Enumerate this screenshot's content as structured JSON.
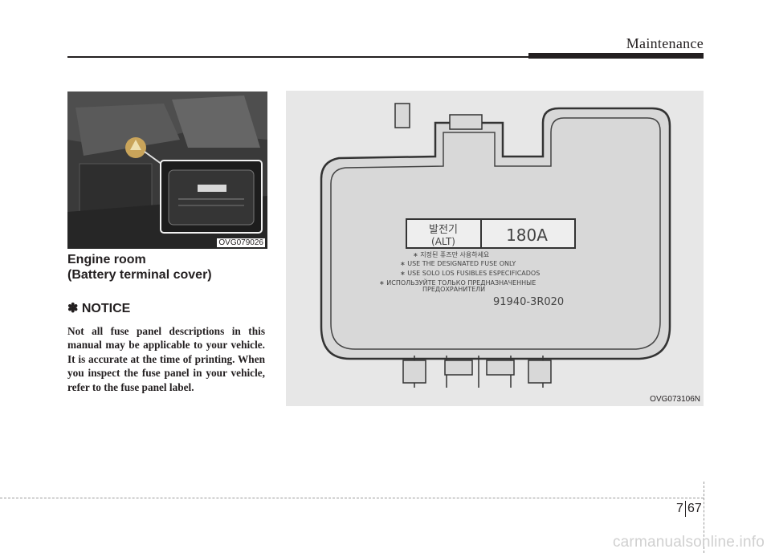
{
  "header": {
    "section_title": "Maintenance"
  },
  "figure_left": {
    "code": "OVG079026"
  },
  "section": {
    "title_line1": "Engine room",
    "title_line2": "(Battery terminal cover)"
  },
  "notice": {
    "symbol": "✽",
    "title": "NOTICE",
    "body": "Not all fuse panel descriptions in this manual may be applicable to your vehicle. It is accurate at the time of printing. When you inspect the fuse panel in your vehicle, refer to the fuse panel label."
  },
  "figure_right": {
    "code": "OVG073106N",
    "label_korean": "발전기",
    "label_alt": "(ALT)",
    "label_amp": "180A",
    "notes": [
      "∗ 지정된 퓨즈만 사용하세요",
      "∗ USE THE DESIGNATED FUSE ONLY",
      "∗ USE SOLO LOS FUSIBLES ESPECIFICADOS",
      "∗ ИСПОЛЬЗУЙТЕ ТОЛЬКО ПРЕДНАЗНАЧЕННЫЕ",
      "ПРЕДОХРАНИТЕЛИ"
    ],
    "part_number": "91940-3R020"
  },
  "footer": {
    "chapter": "7",
    "page": "67",
    "watermark": "carmanualsonline.info"
  }
}
